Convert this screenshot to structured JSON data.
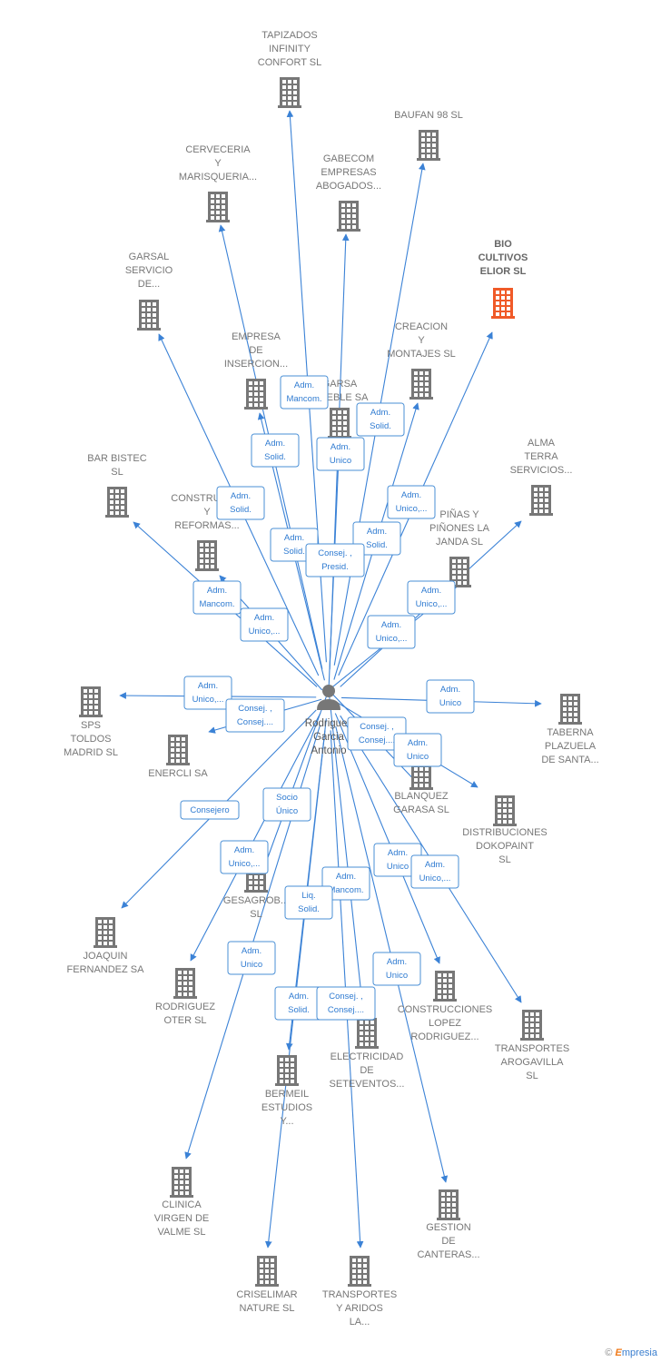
{
  "colors": {
    "edge": "#3b82d6",
    "building": "#777777",
    "building_highlight": "#f05a28",
    "person": "#777777"
  },
  "center": {
    "name_lines": [
      "Rodriguez",
      "Garcia",
      "Antonio"
    ],
    "icon": "person-icon"
  },
  "nodes": [
    {
      "id": "tapizados",
      "lines": [
        "TAPIZADOS",
        "INFINITY",
        "CONFORT  SL"
      ]
    },
    {
      "id": "baufan",
      "lines": [
        "BAUFAN 98 SL"
      ]
    },
    {
      "id": "cerveceria",
      "lines": [
        "CERVECERIA",
        "Y",
        "MARISQUERIA..."
      ]
    },
    {
      "id": "gabecom",
      "lines": [
        "GABECOM",
        "EMPRESAS",
        "ABOGADOS..."
      ]
    },
    {
      "id": "bio",
      "lines": [
        "BIO",
        "CULTIVOS",
        "ELIOR  SL"
      ],
      "highlight": true
    },
    {
      "id": "garsal",
      "lines": [
        "GARSAL",
        "SERVICIO",
        "DE..."
      ]
    },
    {
      "id": "empresa",
      "lines": [
        "EMPRESA",
        "DE",
        "INSERCION..."
      ]
    },
    {
      "id": "creacion",
      "lines": [
        "CREACION",
        "Y",
        "MONTAJES SL"
      ]
    },
    {
      "id": "garsa",
      "lines": [
        "GARSA",
        "MUEBLE SA"
      ]
    },
    {
      "id": "bar",
      "lines": [
        "BAR BISTEC",
        "SL"
      ]
    },
    {
      "id": "alma",
      "lines": [
        "ALMA",
        "TERRA",
        "SERVICIOS..."
      ]
    },
    {
      "id": "construcc",
      "lines": [
        "CONSTRUCC...",
        "Y",
        "REFORMAS..."
      ]
    },
    {
      "id": "pinas",
      "lines": [
        "PIÑAS Y",
        "PIÑONES LA",
        "JANDA SL"
      ]
    },
    {
      "id": "sps",
      "lines": [
        "SPS",
        "TOLDOS",
        "MADRID  SL"
      ]
    },
    {
      "id": "taberna",
      "lines": [
        "TABERNA",
        "PLAZUELA",
        "DE SANTA..."
      ]
    },
    {
      "id": "enercli",
      "lines": [
        "ENERCLI SA"
      ]
    },
    {
      "id": "blanquez",
      "lines": [
        "BLANQUEZ",
        "GARASA SL"
      ]
    },
    {
      "id": "distribuciones",
      "lines": [
        "DISTRIBUCIONES",
        "DOKOPAINT",
        "SL"
      ]
    },
    {
      "id": "gesagrob",
      "lines": [
        "GESAGROB...",
        "SL"
      ]
    },
    {
      "id": "joaquin",
      "lines": [
        "JOAQUIN",
        "FERNANDEZ SA"
      ]
    },
    {
      "id": "rodriguez",
      "lines": [
        "RODRIGUEZ",
        "OTER SL"
      ]
    },
    {
      "id": "construccionesl",
      "lines": [
        "CONSTRUCCIONES",
        "LOPEZ",
        "RODRIGUEZ..."
      ]
    },
    {
      "id": "transportesa",
      "lines": [
        "TRANSPORTES",
        "AROGAVILLA",
        "SL"
      ]
    },
    {
      "id": "electricidad",
      "lines": [
        "ELECTRICIDAD",
        "DE",
        "SETEVENTOS..."
      ]
    },
    {
      "id": "bermeil",
      "lines": [
        "BERMEIL",
        "ESTUDIOS",
        "Y..."
      ]
    },
    {
      "id": "clinica",
      "lines": [
        "CLINICA",
        "VIRGEN DE",
        "VALME SL"
      ]
    },
    {
      "id": "gestion",
      "lines": [
        "GESTION",
        "DE",
        "CANTERAS..."
      ]
    },
    {
      "id": "criselimar",
      "lines": [
        "CRISELIMAR",
        "NATURE  SL"
      ]
    },
    {
      "id": "transportesy",
      "lines": [
        "TRANSPORTES",
        "Y ARIDOS",
        "LA..."
      ]
    }
  ],
  "edge_labels": [
    {
      "to": "tapizados",
      "lines": [
        "Adm.",
        "Mancom."
      ]
    },
    {
      "to": "gabecom",
      "lines": [
        "Adm.",
        "Solid."
      ]
    },
    {
      "to": "empresa",
      "lines": [
        "Adm.",
        "Solid."
      ]
    },
    {
      "to": "garsa",
      "lines": [
        "Adm.",
        "Unico"
      ]
    },
    {
      "to": "garsal",
      "lines": [
        "Adm.",
        "Solid."
      ]
    },
    {
      "to": "baufan",
      "lines": [
        "Adm.",
        "Unico,..."
      ]
    },
    {
      "to": "cerveceria",
      "lines": [
        "Adm.",
        "Solid."
      ]
    },
    {
      "to": "creacion",
      "lines": [
        "Adm.",
        "Solid."
      ]
    },
    {
      "to": "construcc",
      "lines": [
        "Consej. ,",
        "Presid."
      ]
    },
    {
      "to": "bar",
      "lines": [
        "Adm.",
        "Mancom."
      ]
    },
    {
      "to": "pinas",
      "lines": [
        "Adm.",
        "Unico,..."
      ]
    },
    {
      "to": "construcc",
      "lines": [
        "Adm.",
        "Unico,..."
      ]
    },
    {
      "to": "alma",
      "lines": [
        "Adm.",
        "Unico,..."
      ]
    },
    {
      "to": "sps",
      "lines": [
        "Adm.",
        "Unico,..."
      ]
    },
    {
      "to": "enercli",
      "lines": [
        "Consej. ,",
        "Consej...."
      ]
    },
    {
      "to": "taberna",
      "lines": [
        "Adm.",
        "Unico"
      ]
    },
    {
      "to": "blanquez",
      "lines": [
        "Consej. ,",
        "Consej...."
      ]
    },
    {
      "to": "distribuciones",
      "lines": [
        "Adm.",
        "Unico"
      ]
    },
    {
      "to": "joaquin",
      "lines": [
        "Consejero"
      ]
    },
    {
      "to": "gesagrob",
      "lines": [
        "Socio",
        "Único"
      ]
    },
    {
      "to": "rodriguez",
      "lines": [
        "Adm.",
        "Unico,..."
      ]
    },
    {
      "to": "construccionesl",
      "lines": [
        "Adm.",
        "Unico"
      ]
    },
    {
      "to": "transportesa",
      "lines": [
        "Adm.",
        "Unico,..."
      ]
    },
    {
      "to": "electricidad",
      "lines": [
        "Adm.",
        "Mancom."
      ]
    },
    {
      "to": "bermeil",
      "lines": [
        "Liq.",
        "Solid."
      ]
    },
    {
      "to": "clinica",
      "lines": [
        "Adm.",
        "Unico"
      ]
    },
    {
      "to": "gestion",
      "lines": [
        "Adm.",
        "Unico"
      ]
    },
    {
      "to": "criselimar",
      "lines": [
        "Adm.",
        "Solid."
      ]
    },
    {
      "to": "transportesy",
      "lines": [
        "Consej. ,",
        "Consej...."
      ]
    }
  ],
  "brand": {
    "copyright": "©",
    "first": "E",
    "rest": "mpresia"
  }
}
